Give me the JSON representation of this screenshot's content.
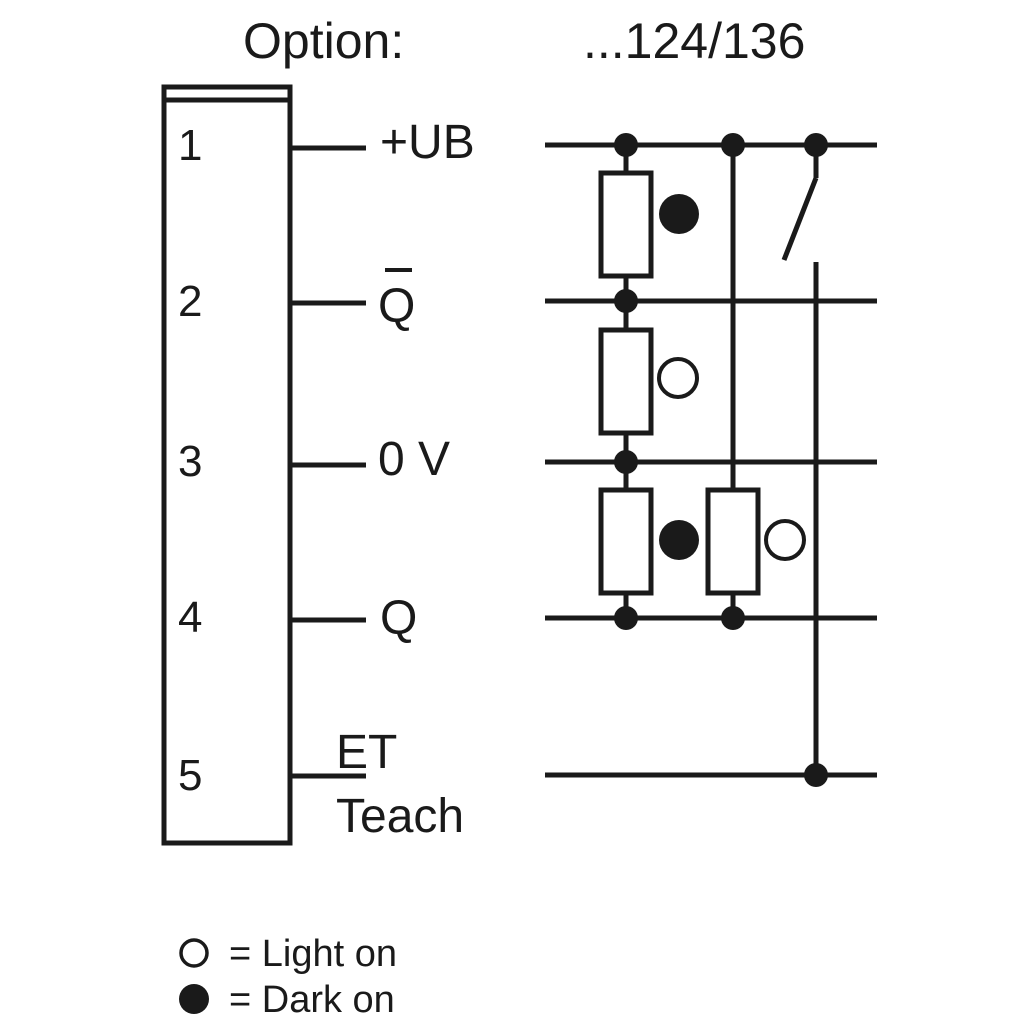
{
  "header": {
    "option_label": "Option:",
    "variant": "...124/136"
  },
  "connector": {
    "pins": [
      {
        "number": "1",
        "signal": "+UB"
      },
      {
        "number": "2",
        "signal": "Q",
        "overline": true
      },
      {
        "number": "3",
        "signal": "0 V"
      },
      {
        "number": "4",
        "signal": "Q"
      },
      {
        "number": "5",
        "signal_line1": "ET",
        "signal_line2": "Teach"
      }
    ]
  },
  "legend": {
    "light_on": "= Light on",
    "dark_on": "= Dark on"
  }
}
